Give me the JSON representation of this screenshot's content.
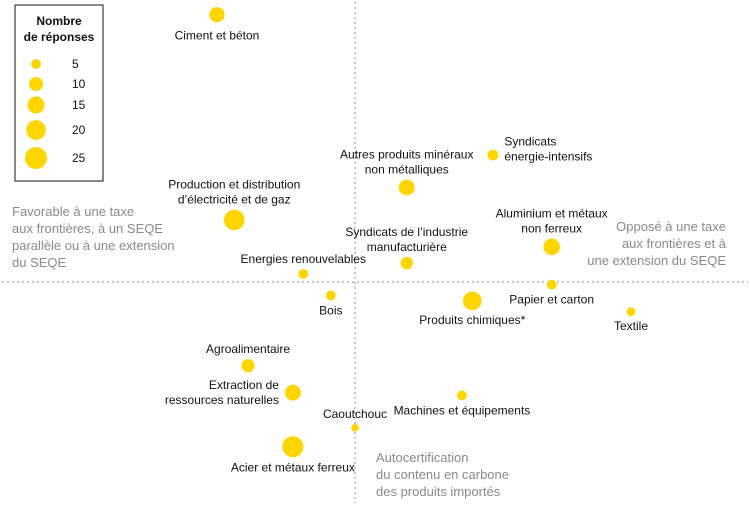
{
  "chart_data": {
    "type": "scatter",
    "title": "",
    "xlabel": "",
    "ylabel": "",
    "xlim": [
      -1,
      1
    ],
    "ylim": [
      -1,
      1
    ],
    "grid": false,
    "legend_position": "top-left",
    "colors": {
      "bubble": "#FFD500",
      "divider": "#888888",
      "quadrant_text": "#8a8a8a"
    },
    "legend": {
      "title_lines": [
        "Nombre",
        "de réponses"
      ],
      "sizes": [
        5,
        10,
        15,
        20,
        25
      ]
    },
    "quadrant_labels": {
      "left": [
        "Favorable à une taxe",
        "aux frontières, à un SEQE",
        "parallèle ou à une extension",
        "du SEQE"
      ],
      "right": [
        "Opposé à une taxe",
        "aux frontières et à",
        "une extension du SEQE"
      ],
      "bottom": [
        "Autocertification",
        "du contenu en carbone",
        "des produits importés"
      ]
    },
    "points": [
      {
        "name": "Ciment et béton",
        "label_lines": [
          "Ciment et béton"
        ],
        "x": -0.4,
        "y": 0.99,
        "size": 12,
        "label_anchor": "top-right"
      },
      {
        "name": "Production et distribution d’électricité et de gaz",
        "label_lines": [
          "Production et distribution",
          "d’électricité et de gaz"
        ],
        "x": -0.35,
        "y": 0.23,
        "size": 22,
        "label_anchor": "above"
      },
      {
        "name": "Autres produits minéraux non métalliques",
        "label_lines": [
          "Autres produits minéraux",
          "non métalliques"
        ],
        "x": 0.15,
        "y": 0.35,
        "size": 13,
        "label_anchor": "above"
      },
      {
        "name": "Syndicats énergie-intensifs",
        "label_lines": [
          "Syndicats",
          "énergie-intensifs"
        ],
        "x": 0.4,
        "y": 0.47,
        "size": 6,
        "label_anchor": "right"
      },
      {
        "name": "Syndicats de l’industrie manufacturière",
        "label_lines": [
          "Syndicats de l’industrie",
          "manufacturière"
        ],
        "x": 0.15,
        "y": 0.07,
        "size": 8,
        "label_anchor": "above"
      },
      {
        "name": "Aluminium et métaux non ferreux",
        "label_lines": [
          "Aluminium et métaux",
          "non ferreux"
        ],
        "x": 0.57,
        "y": 0.13,
        "size": 14,
        "label_anchor": "above"
      },
      {
        "name": "Energies renouvelables",
        "label_lines": [
          "Energies renouvelables"
        ],
        "x": -0.15,
        "y": 0.03,
        "size": 5,
        "label_anchor": "above"
      },
      {
        "name": "Bois",
        "label_lines": [
          "Bois"
        ],
        "x": -0.07,
        "y": -0.05,
        "size": 5,
        "label_anchor": "below"
      },
      {
        "name": "Papier et carton",
        "label_lines": [
          "Papier et carton"
        ],
        "x": 0.57,
        "y": -0.01,
        "size": 5,
        "label_anchor": "below"
      },
      {
        "name": "Produits chimiques*",
        "label_lines": [
          "Produits chimiques*"
        ],
        "x": 0.34,
        "y": -0.07,
        "size": 18,
        "label_anchor": "below"
      },
      {
        "name": "Textile",
        "label_lines": [
          "Textile"
        ],
        "x": 0.8,
        "y": -0.11,
        "size": 4,
        "label_anchor": "below"
      },
      {
        "name": "Agroalimentaire",
        "label_lines": [
          "Agroalimentaire"
        ],
        "x": -0.31,
        "y": -0.31,
        "size": 9,
        "label_anchor": "above"
      },
      {
        "name": "Extraction de ressources naturelles",
        "label_lines": [
          "Extraction de",
          "ressources naturelles"
        ],
        "x": -0.18,
        "y": -0.41,
        "size": 13,
        "label_anchor": "left"
      },
      {
        "name": "Machines et équipements",
        "label_lines": [
          "Machines et équipements"
        ],
        "x": 0.31,
        "y": -0.42,
        "size": 5,
        "label_anchor": "below"
      },
      {
        "name": "Caoutchouc",
        "label_lines": [
          "Caoutchouc"
        ],
        "x": 0.0,
        "y": -0.54,
        "size": 3,
        "label_anchor": "above"
      },
      {
        "name": "Acier et métaux ferreux",
        "label_lines": [
          "Acier et métaux ferreux"
        ],
        "x": -0.18,
        "y": -0.61,
        "size": 23,
        "label_anchor": "below"
      }
    ]
  }
}
